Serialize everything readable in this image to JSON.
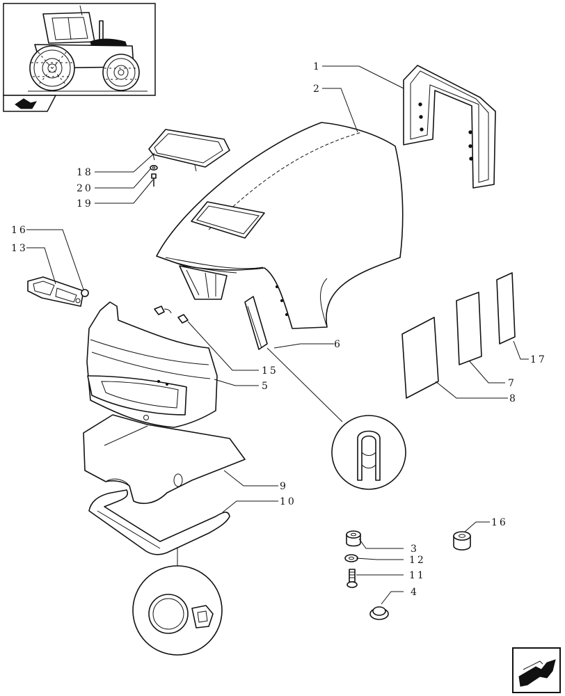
{
  "diagram": {
    "callouts": {
      "c1": "1",
      "c2": "2",
      "c3": "3",
      "c4": "4",
      "c5": "5",
      "c6": "6",
      "c7": "7",
      "c8": "8",
      "c9": "9",
      "c10": "10",
      "c11": "11",
      "c12": "12",
      "c13": "13",
      "c15": "15",
      "c16a": "16",
      "c16b": "16",
      "c17": "17",
      "c18": "18",
      "c19": "19",
      "c20": "20"
    }
  },
  "icons": {
    "thumbnail_nav": "back-arrow-icon",
    "next_page": "next-arrow-icon"
  }
}
